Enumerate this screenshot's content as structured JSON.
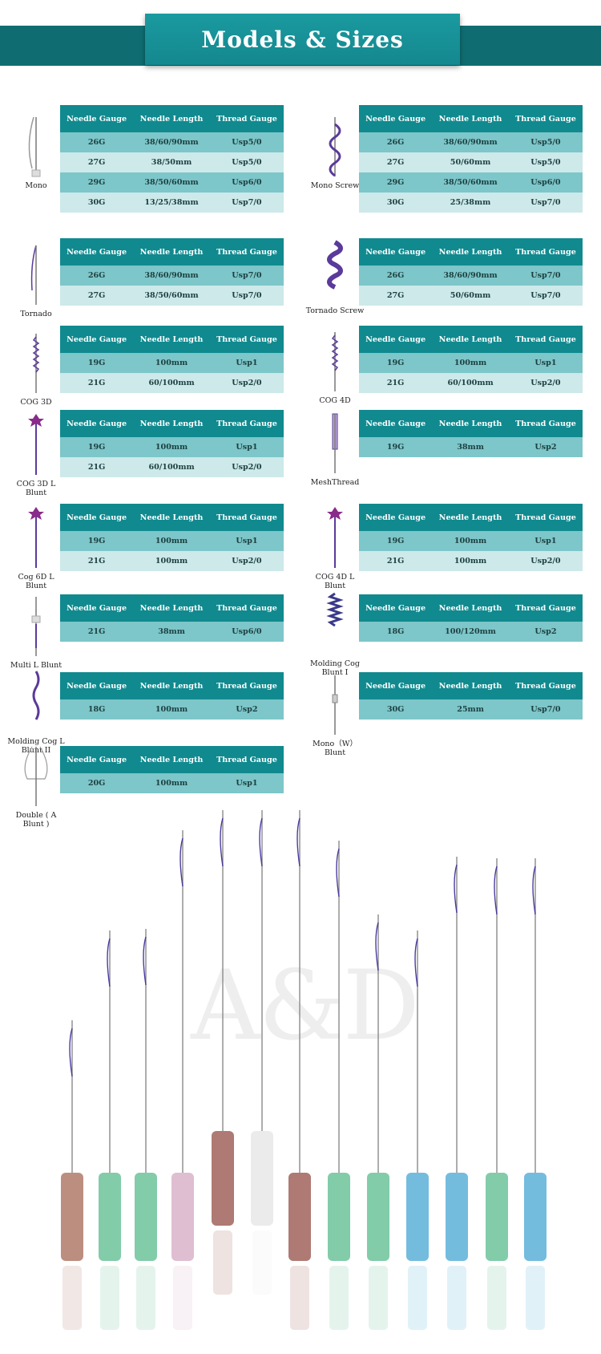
{
  "header": {
    "title": "Models & Sizes"
  },
  "columns": [
    "Needle Gauge",
    "Needle Length",
    "Thread Gauge"
  ],
  "models": [
    {
      "name": "Mono",
      "icon": "mono-thread-icon",
      "rows": [
        [
          "26G",
          "38/60/90mm",
          "Usp5/0"
        ],
        [
          "27G",
          "38/50mm",
          "Usp5/0"
        ],
        [
          "29G",
          "38/50/60mm",
          "Usp6/0"
        ],
        [
          "30G",
          "13/25/38mm",
          "Usp7/0"
        ]
      ]
    },
    {
      "name": "Mono Screw",
      "icon": "mono-screw-thread-icon",
      "rows": [
        [
          "26G",
          "38/60/90mm",
          "Usp5/0"
        ],
        [
          "27G",
          "50/60mm",
          "Usp5/0"
        ],
        [
          "29G",
          "38/50/60mm",
          "Usp6/0"
        ],
        [
          "30G",
          "25/38mm",
          "Usp7/0"
        ]
      ]
    },
    {
      "name": "Tornado",
      "icon": "tornado-thread-icon",
      "rows": [
        [
          "26G",
          "38/60/90mm",
          "Usp7/0"
        ],
        [
          "27G",
          "38/50/60mm",
          "Usp7/0"
        ]
      ]
    },
    {
      "name": "Tornado Screw",
      "icon": "tornado-screw-thread-icon",
      "rows": [
        [
          "26G",
          "38/60/90mm",
          "Usp7/0"
        ],
        [
          "27G",
          "50/60mm",
          "Usp7/0"
        ]
      ]
    },
    {
      "name": "COG 3D",
      "icon": "cog-3d-thread-icon",
      "rows": [
        [
          "19G",
          "100mm",
          "Usp1"
        ],
        [
          "21G",
          "60/100mm",
          "Usp2/0"
        ]
      ]
    },
    {
      "name": "COG 4D",
      "icon": "cog-4d-thread-icon",
      "rows": [
        [
          "19G",
          "100mm",
          "Usp1"
        ],
        [
          "21G",
          "60/100mm",
          "Usp2/0"
        ]
      ]
    },
    {
      "name": "COG 3D L Blunt",
      "icon": "cog-3d-l-blunt-thread-icon",
      "rows": [
        [
          "19G",
          "100mm",
          "Usp1"
        ],
        [
          "21G",
          "60/100mm",
          "Usp2/0"
        ]
      ]
    },
    {
      "name": "MeshThread",
      "icon": "mesh-thread-icon",
      "rows": [
        [
          "19G",
          "38mm",
          "Usp2"
        ]
      ]
    },
    {
      "name": "Cog 6D L Blunt",
      "icon": "cog-6d-l-blunt-thread-icon",
      "rows": [
        [
          "19G",
          "100mm",
          "Usp1"
        ],
        [
          "21G",
          "100mm",
          "Usp2/0"
        ]
      ]
    },
    {
      "name": "COG 4D L Blunt",
      "icon": "cog-4d-l-blunt-thread-icon",
      "rows": [
        [
          "19G",
          "100mm",
          "Usp1"
        ],
        [
          "21G",
          "100mm",
          "Usp2/0"
        ]
      ]
    },
    {
      "name": "Multi L Blunt",
      "icon": "multi-l-blunt-thread-icon",
      "rows": [
        [
          "21G",
          "38mm",
          "Usp6/0"
        ]
      ]
    },
    {
      "name": "Molding Cog Blunt I",
      "icon": "molding-cog-blunt-i-thread-icon",
      "rows": [
        [
          "18G",
          "100/120mm",
          "Usp2"
        ]
      ]
    },
    {
      "name": "Molding Cog L Blunt II",
      "icon": "molding-cog-l-blunt-ii-thread-icon",
      "rows": [
        [
          "18G",
          "100mm",
          "Usp2"
        ]
      ]
    },
    {
      "name": "Mono（W）Blunt",
      "icon": "mono-w-blunt-thread-icon",
      "rows": [
        [
          "30G",
          "25mm",
          "Usp7/0"
        ]
      ]
    },
    {
      "name": "Double ( A Blunt )",
      "icon": "double-a-blunt-thread-icon",
      "rows": [
        [
          "20G",
          "100mm",
          "Usp1"
        ]
      ]
    }
  ],
  "product_photo": {
    "watermark": "A&D"
  },
  "colors": {
    "header_teal": "#108a8f",
    "row_dark": "#7dc6c9",
    "row_light": "#cde9ea",
    "banner": "#0f6d72"
  }
}
